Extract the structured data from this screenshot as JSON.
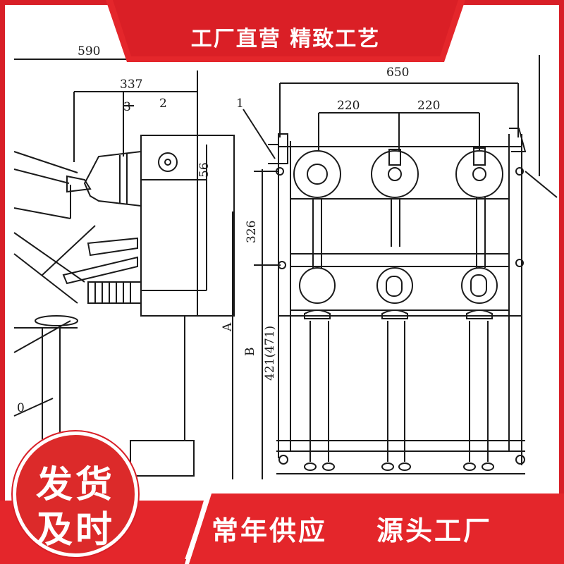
{
  "banner": {
    "text": "工厂直营 精致工艺"
  },
  "badge": {
    "line1": "发货",
    "line2": "及时"
  },
  "slogans": {
    "left": "常年供应",
    "right": "源头工厂"
  },
  "dimensions": {
    "d590": "590",
    "d337": "337",
    "d56": "56",
    "d650": "650",
    "d220a": "220",
    "d220b": "220",
    "d326": "326",
    "d421": "421(471)",
    "label_A": "A",
    "label_B": "B"
  },
  "callouts": {
    "c1": "1",
    "c2": "2",
    "c3": "3",
    "c10": "0"
  },
  "colors": {
    "brand_red": "#d81f27",
    "line": "#1a1a1a"
  }
}
